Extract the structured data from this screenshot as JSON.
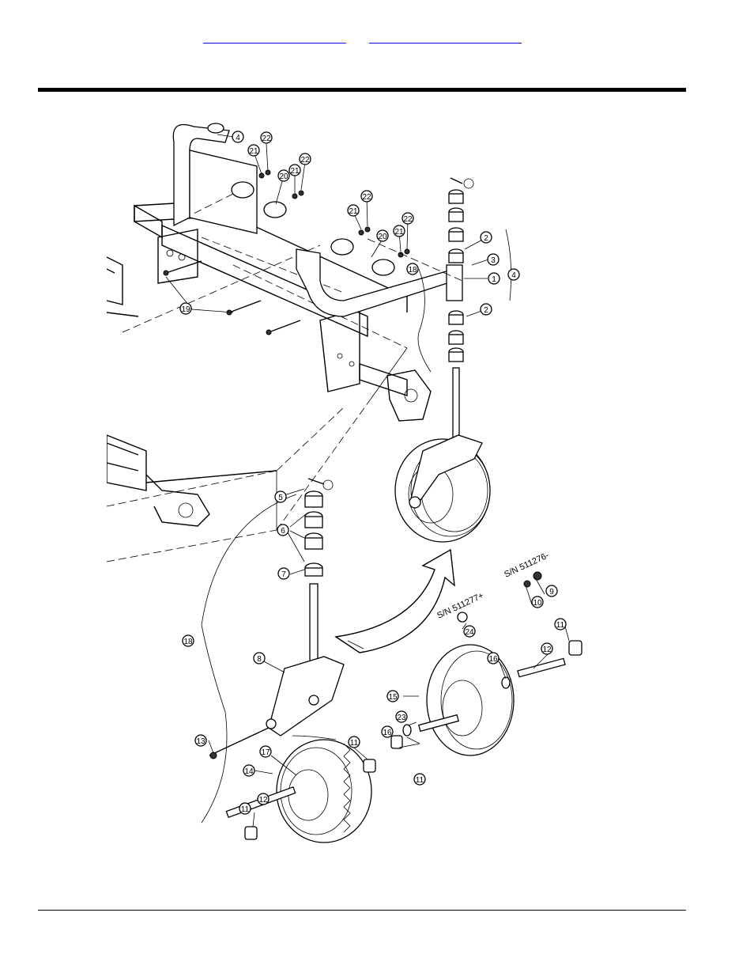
{
  "header": {
    "links": [
      {
        "label": ""
      },
      {
        "label": ""
      }
    ]
  },
  "callouts": [
    "1",
    "2",
    "3",
    "4",
    "5",
    "6",
    "7",
    "8",
    "9",
    "10",
    "11",
    "12",
    "13",
    "14",
    "15",
    "16",
    "17",
    "18",
    "19",
    "20",
    "21",
    "22",
    "23",
    "24"
  ],
  "serial_notes": {
    "prior": "S/N 511276-",
    "after": "S/N 511277+"
  }
}
